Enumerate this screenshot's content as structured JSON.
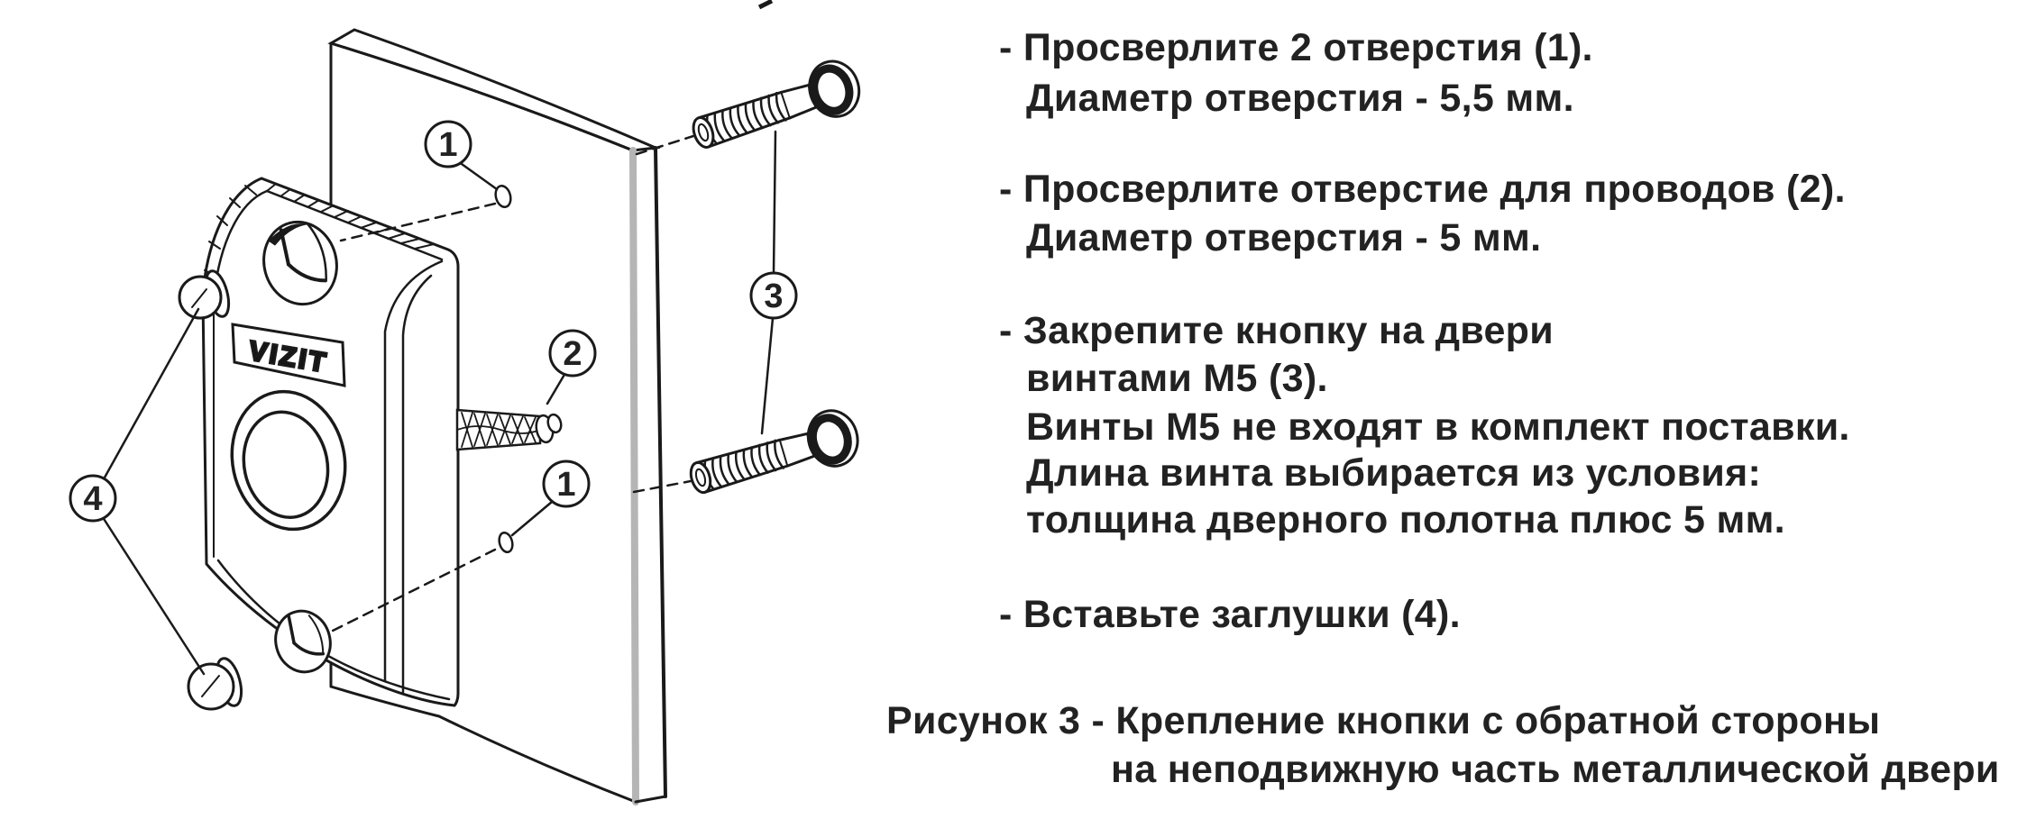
{
  "instructions": {
    "step1_line1": "- Просверлите 2 отверстия (1).",
    "step1_line2": "Диаметр отверстия - 5,5 мм.",
    "step2_line1": "- Просверлите отверстие для проводов (2).",
    "step2_line2": "Диаметр отверстия - 5 мм.",
    "step3_line1": "- Закрепите кнопку на двери",
    "step3_line2": "винтами М5 (3).",
    "step3_line3": "Винты М5 не входят в комплект поставки.",
    "step3_line4": "Длина винта выбирается из условия:",
    "step3_line5": "толщина дверного полотна плюс 5 мм.",
    "step4_line1": "- Вставьте заглушки (4)."
  },
  "caption": {
    "line1": "Рисунок 3 - Крепление кнопки с обратной стороны",
    "line2": "на неподвижную часть металлической двери"
  },
  "figure": {
    "logo_text": "VIZIT",
    "callout_hole_top": "1",
    "callout_wire_hole": "2",
    "callout_hole_bottom": "1",
    "callout_screws": "3",
    "callout_plugs": "4"
  },
  "colors": {
    "ink": "#1a1a1a",
    "text": "#222222",
    "paper": "#ffffff",
    "door_edge_gray": "#b5b5b5"
  }
}
